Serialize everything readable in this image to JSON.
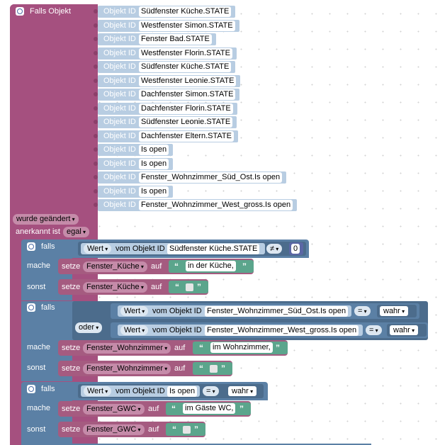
{
  "main": {
    "header_label": "Falls Objekt",
    "objekt_id_label": "Objekt ID",
    "object_ids": [
      "Südfenster Küche.STATE",
      "Westfenster Simon.STATE",
      "Fenster Bad.STATE",
      "Westfenster Florin.STATE",
      "Südfenster Küche.STATE",
      "Westfenster Leonie.STATE",
      "Dachfenster Simon.STATE",
      "Dachfenster Florin.STATE",
      "Südfenster Leonie.STATE",
      "Dachfenster Eltern.STATE",
      "Is open",
      "Is open",
      "Fenster_Wohnzimmer_Süd_Ost.Is open",
      "Is open",
      "Fenster_Wohnzimmer_West_gross.Is open"
    ],
    "trigger": "wurde geändert",
    "ack_label": "anerkannt ist",
    "ack_value": "egal"
  },
  "blocks": {
    "falls": "falls",
    "mache": "mache",
    "sonst": "sonst",
    "oder": "oder",
    "setze": "setze",
    "auf": "auf",
    "wert": "Wert",
    "vom_objekt_id": "vom Objekt ID",
    "open_quote": "“",
    "close_quote": "”"
  },
  "if1": {
    "object": "Südfenster Küche.STATE",
    "operator": "≠",
    "value": "0",
    "var": "Fenster_Küche",
    "text_then": "in der Küche,"
  },
  "if2": {
    "object_a": "Fenster_Wohnzimmer_Süd_Ost.Is open",
    "operator_a": "=",
    "value_a": "wahr",
    "object_b": "Fenster_Wohnzimmer_West_gross.Is open",
    "operator_b": "=",
    "value_b": "wahr",
    "var": "Fenster_Wohnzimmer",
    "text_then": "im Wohnzimmer,"
  },
  "if3": {
    "object": "Is open",
    "operator": "=",
    "value": "wahr",
    "var": "Fenster_GWC",
    "text_then": "im Gäste WC,"
  },
  "colors": {
    "event_block": "#a5507f",
    "logic_block": "#5b80a5",
    "object_id_block": "#b8cde2",
    "variable_block": "#a55b80",
    "text_block": "#5ba58c"
  }
}
